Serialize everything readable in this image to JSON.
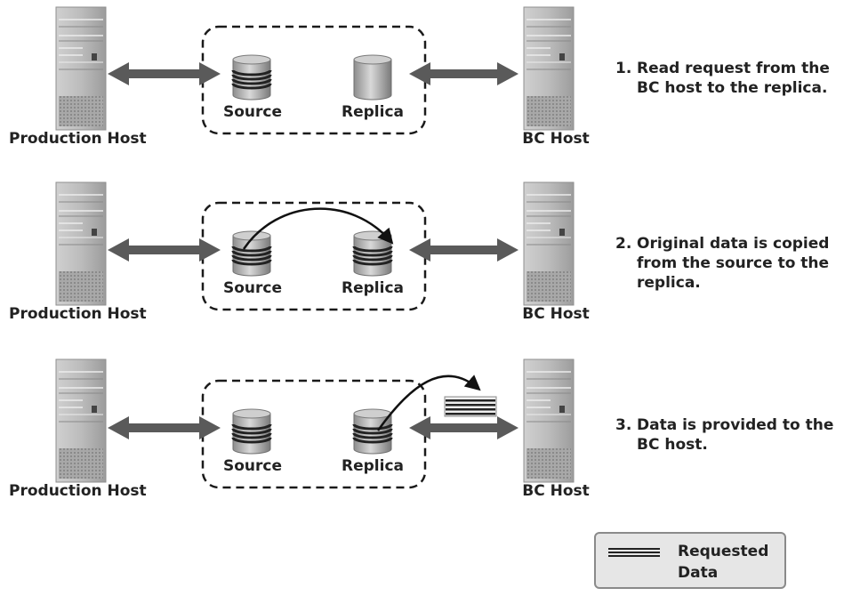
{
  "rows": [
    {
      "production_label": "Production Host",
      "bc_label": "BC Host",
      "source_label": "Source",
      "replica_label": "Replica",
      "step_number": "1.",
      "step_text": "Read request from the BC host to the replica."
    },
    {
      "production_label": "Production Host",
      "bc_label": "BC Host",
      "source_label": "Source",
      "replica_label": "Replica",
      "step_number": "2.",
      "step_text": "Original data is copied from the source to the replica."
    },
    {
      "production_label": "Production Host",
      "bc_label": "BC Host",
      "source_label": "Source",
      "replica_label": "Replica",
      "step_number": "3.",
      "step_text": "Data is provided to the BC host."
    }
  ],
  "legend": {
    "label": "Requested Data"
  },
  "colors": {
    "arrow": "#5a5a5a",
    "server": "#b4b4b4",
    "disk_stripe": "#222222",
    "curve": "#111111"
  }
}
